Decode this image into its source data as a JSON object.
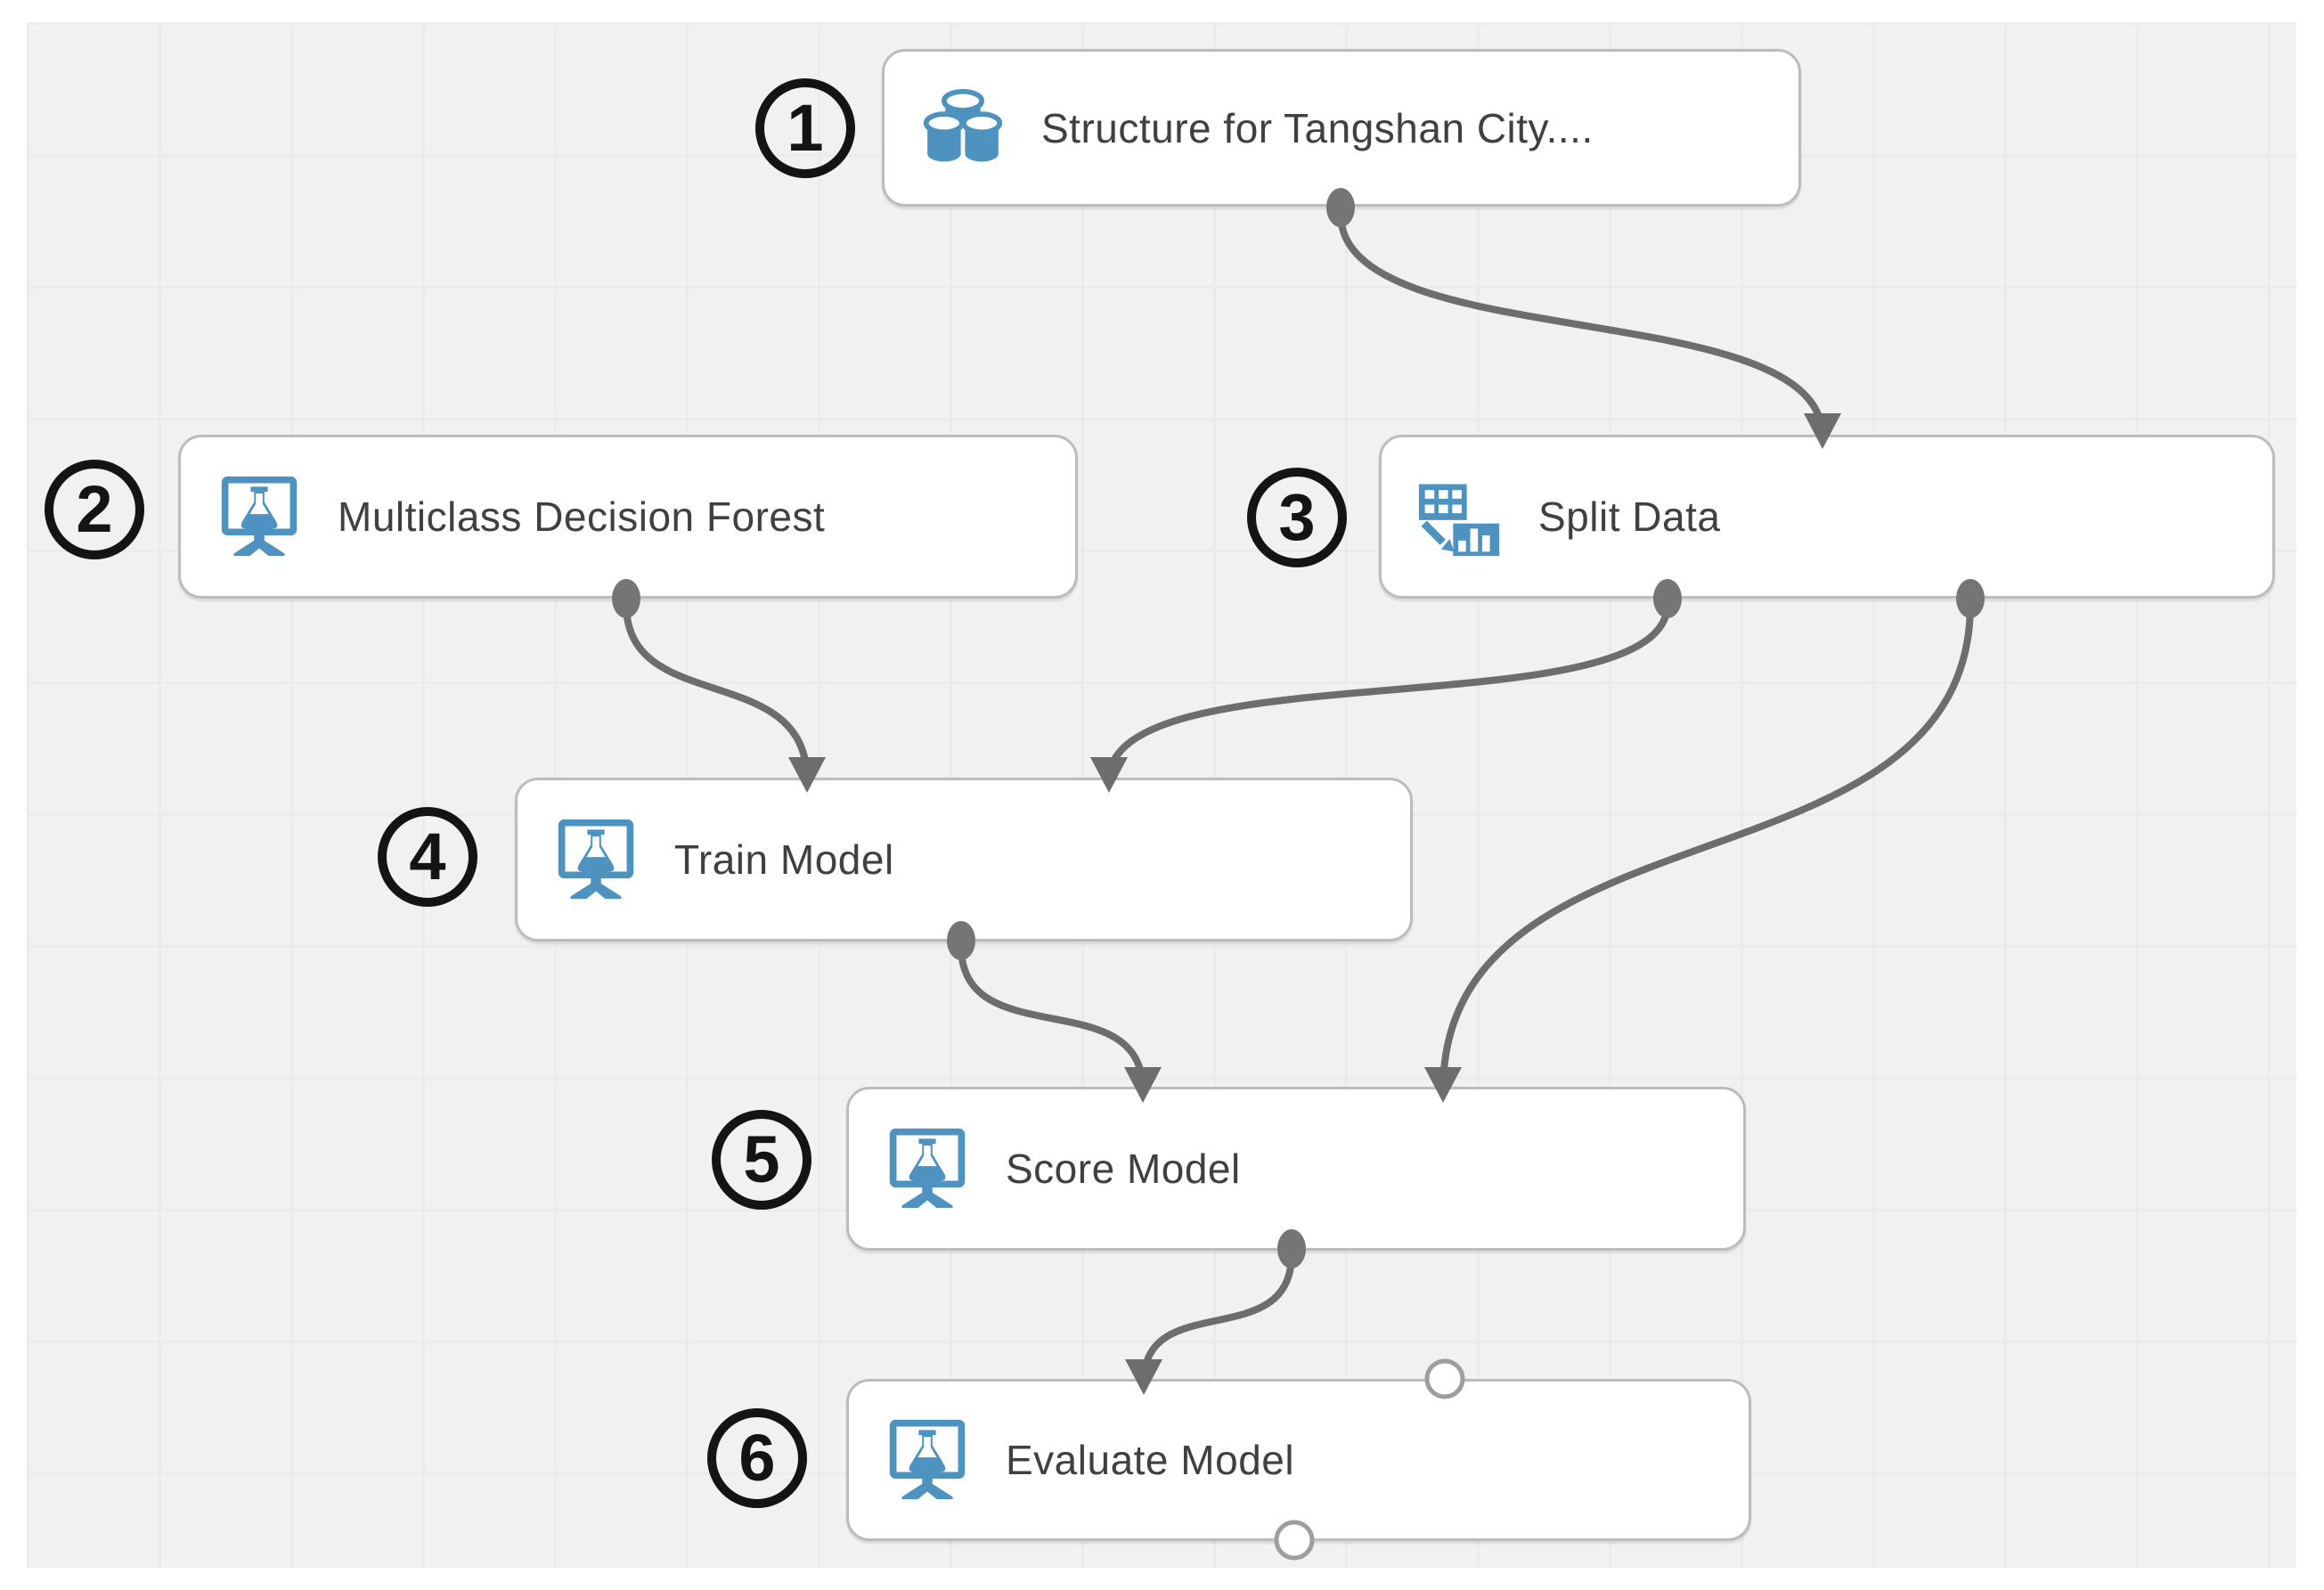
{
  "diagram": {
    "type": "ml-experiment-workflow",
    "canvas_background": "#f2f1f0",
    "node_fill": "#ffffff",
    "node_border_color": "#bcbcbc",
    "connector_color": "#6d6d6d",
    "port_fill_color": "#757575",
    "unconnected_port_fill": "#ffffff",
    "icon_blue": "#4e93c0",
    "badge_color": "#141414",
    "label_color": "#404040"
  },
  "nodes": [
    {
      "badge": "1",
      "label": "Structure for Tangshan City....",
      "icon": "dataset-icon"
    },
    {
      "badge": "2",
      "label": "Multiclass Decision Forest",
      "icon": "experiment-module-icon"
    },
    {
      "badge": "3",
      "label": "Split Data",
      "icon": "split-data-icon"
    },
    {
      "badge": "4",
      "label": "Train Model",
      "icon": "experiment-module-icon"
    },
    {
      "badge": "5",
      "label": "Score Model",
      "icon": "experiment-module-icon"
    },
    {
      "badge": "6",
      "label": "Evaluate Model",
      "icon": "experiment-module-icon"
    }
  ],
  "connections": [
    {
      "from": "Structure for Tangshan City....",
      "from_port": "output",
      "to": "Split Data",
      "to_port": "input-center"
    },
    {
      "from": "Multiclass Decision Forest",
      "from_port": "output",
      "to": "Train Model",
      "to_port": "input-left"
    },
    {
      "from": "Split Data",
      "from_port": "output-left",
      "to": "Train Model",
      "to_port": "input-right"
    },
    {
      "from": "Split Data",
      "from_port": "output-right",
      "to": "Score Model",
      "to_port": "input-right"
    },
    {
      "from": "Train Model",
      "from_port": "output",
      "to": "Score Model",
      "to_port": "input-left"
    },
    {
      "from": "Score Model",
      "from_port": "output",
      "to": "Evaluate Model",
      "to_port": "input-left"
    }
  ],
  "unconnected_ports": [
    {
      "node": "Evaluate Model",
      "port": "input-right"
    },
    {
      "node": "Evaluate Model",
      "port": "output"
    }
  ]
}
